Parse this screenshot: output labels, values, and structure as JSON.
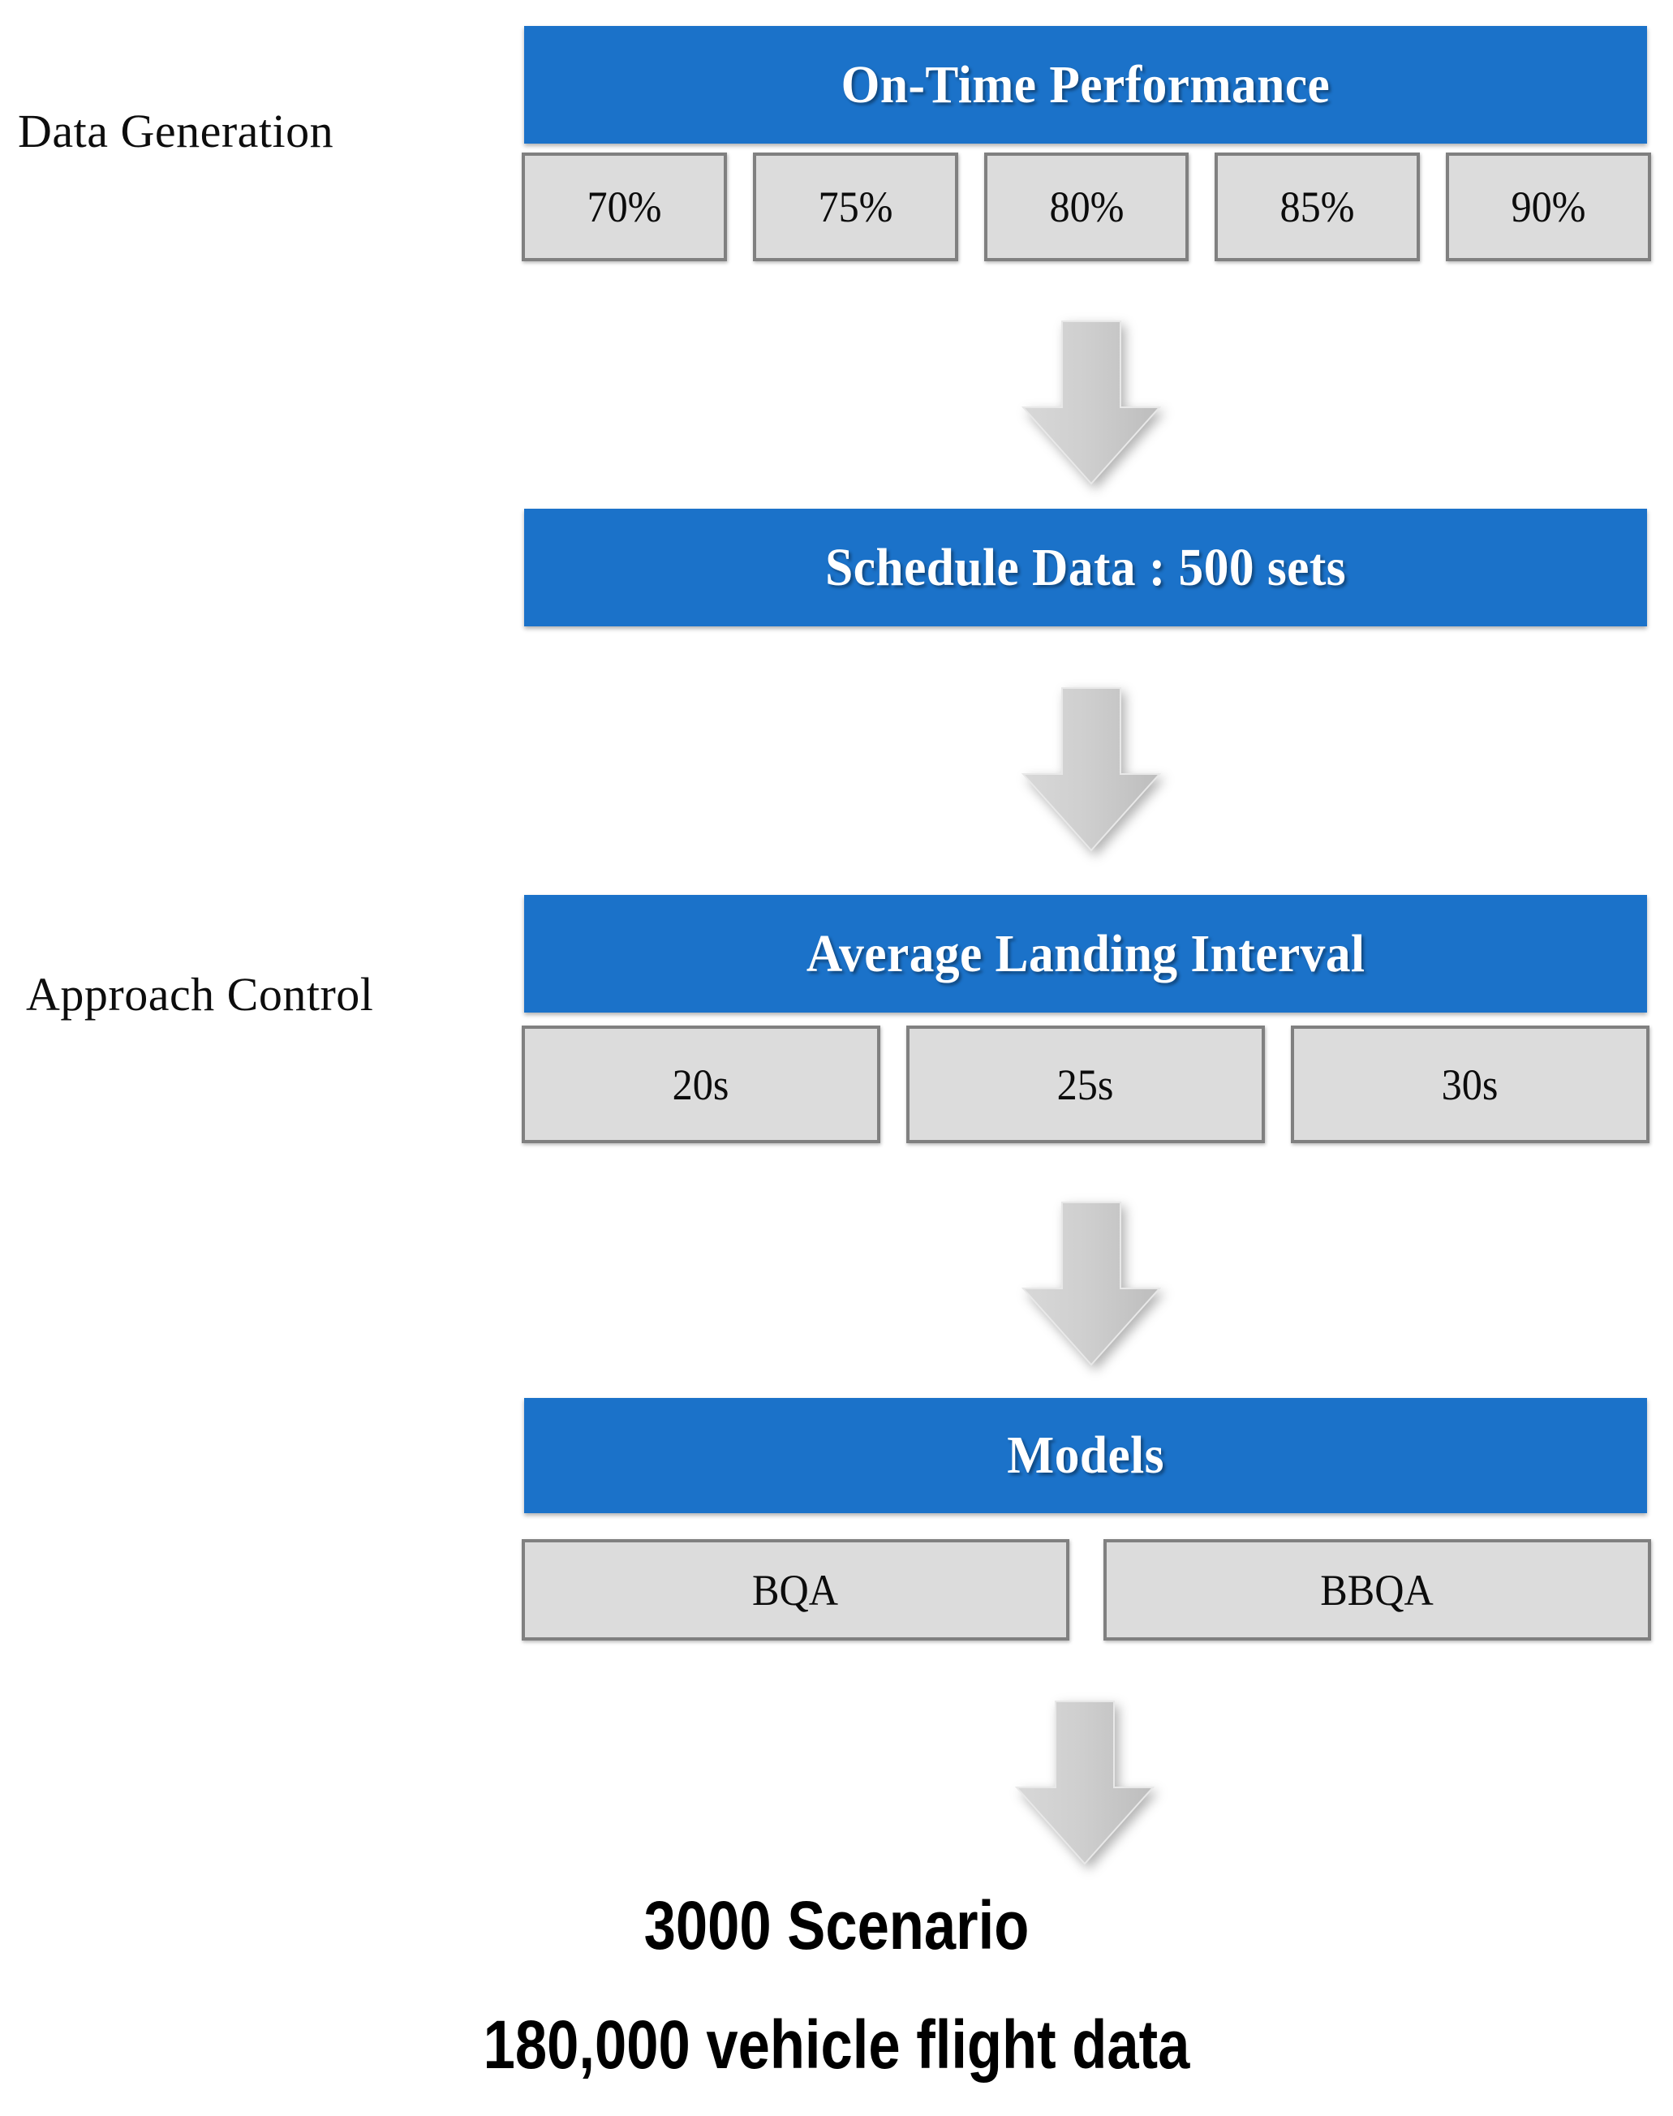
{
  "diagram": {
    "title": "Data generation and simulation pipeline flowchart",
    "colors": {
      "header_blue": "#1B72C9",
      "box_gray_fill": "#DCDCDC",
      "box_gray_border": "#808080",
      "arrow_gray": "#C6C6C6",
      "text_dark": "#0D0D0D",
      "text_light": "#FFFFFF"
    },
    "stage_labels": [
      {
        "id": "data-generation",
        "text": "Data Generation"
      },
      {
        "id": "approach-control",
        "text": "Approach Control"
      }
    ],
    "blocks": [
      {
        "id": "on-time-performance",
        "header": "On-Time Performance",
        "options": [
          "70%",
          "75%",
          "80%",
          "85%",
          "90%"
        ]
      },
      {
        "id": "schedule-data",
        "header": "Schedule Data : 500 sets",
        "options": []
      },
      {
        "id": "average-landing-interval",
        "header": "Average Landing Interval",
        "options": [
          "20s",
          "25s",
          "30s"
        ]
      },
      {
        "id": "models",
        "header": "Models",
        "options": [
          "BQA",
          "BBQA"
        ]
      }
    ],
    "arrows": [
      {
        "id": "arrow-1",
        "direction": "down"
      },
      {
        "id": "arrow-2",
        "direction": "down"
      },
      {
        "id": "arrow-3",
        "direction": "down"
      },
      {
        "id": "arrow-4",
        "direction": "down"
      }
    ],
    "summary": {
      "line1": "3000 Scenario",
      "line2": "180,000 vehicle flight data"
    }
  },
  "chart_data": {
    "type": "diagram",
    "title": "Data generation and simulation pipeline",
    "nodes": [
      {
        "level": 1,
        "label": "On-Time Performance",
        "children": [
          "70%",
          "75%",
          "80%",
          "85%",
          "90%"
        ]
      },
      {
        "level": 2,
        "label": "Schedule Data : 500 sets",
        "children": []
      },
      {
        "level": 3,
        "label": "Average Landing Interval",
        "children": [
          "20s",
          "25s",
          "30s"
        ]
      },
      {
        "level": 4,
        "label": "Models",
        "children": [
          "BQA",
          "BBQA"
        ]
      },
      {
        "level": 5,
        "label": "3000 Scenario / 180,000 vehicle flight data",
        "children": []
      }
    ],
    "edges": [
      {
        "from": "On-Time Performance",
        "to": "Schedule Data : 500 sets"
      },
      {
        "from": "Schedule Data : 500 sets",
        "to": "Average Landing Interval"
      },
      {
        "from": "Average Landing Interval",
        "to": "Models"
      },
      {
        "from": "Models",
        "to": "3000 Scenario"
      }
    ],
    "annotations": [
      "Data Generation",
      "Approach Control"
    ]
  }
}
